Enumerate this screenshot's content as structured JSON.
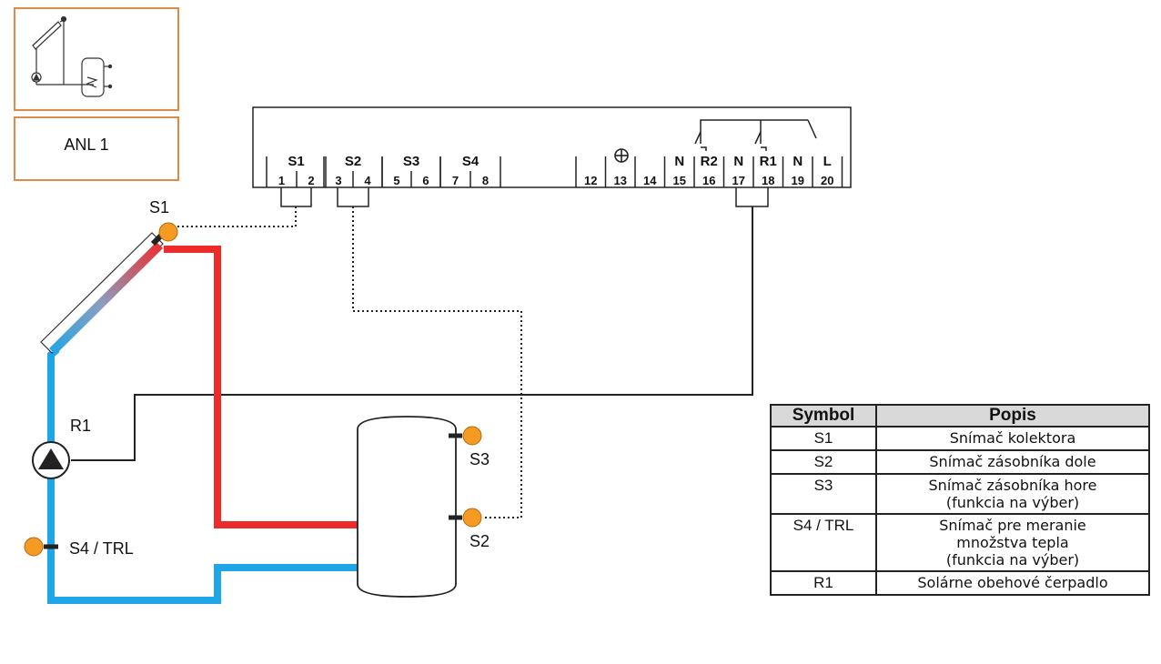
{
  "scheme_label": "ANL 1",
  "terminal_block": {
    "sensor_groups": [
      {
        "name": "S1",
        "terminals": [
          "1",
          "2"
        ]
      },
      {
        "name": "S2",
        "terminals": [
          "3",
          "4"
        ]
      },
      {
        "name": "S3",
        "terminals": [
          "5",
          "6"
        ]
      },
      {
        "name": "S4",
        "terminals": [
          "7",
          "8"
        ]
      }
    ],
    "power_terminals": [
      {
        "top": "",
        "num": "12"
      },
      {
        "top": "",
        "num": "13"
      },
      {
        "top": "",
        "num": "14"
      },
      {
        "top": "N",
        "num": "15"
      },
      {
        "top": "R2",
        "num": "16"
      },
      {
        "top": "N",
        "num": "17"
      },
      {
        "top": "R1",
        "num": "18"
      },
      {
        "top": "N",
        "num": "19"
      },
      {
        "top": "L",
        "num": "20"
      }
    ],
    "ground_symbol": "⊕"
  },
  "components": {
    "collector_sensor": "S1",
    "store_top_sensor": "S3",
    "store_bottom_sensor": "S2",
    "flow_sensor": "S4 / TRL",
    "pump": "R1"
  },
  "legend": {
    "header_symbol": "Symbol",
    "header_desc": "Popis",
    "rows": [
      {
        "symbol": "S1",
        "lines": [
          "Snímač kolektora"
        ]
      },
      {
        "symbol": "S2",
        "lines": [
          "Snímač zásobníka dole"
        ]
      },
      {
        "symbol": "S3",
        "lines": [
          "Snímač zásobníka hore",
          "(funkcia na výber)"
        ]
      },
      {
        "symbol": "S4 / TRL",
        "lines": [
          "Snímač pre meranie",
          "množstva tepla",
          "(funkcia na výber)"
        ]
      },
      {
        "symbol": "R1",
        "lines": [
          "Solárne obehové čerpadlo"
        ]
      }
    ]
  },
  "colors": {
    "hot_pipe": "#ee2b2b",
    "cold_pipe": "#1ea6e6",
    "sensor": "#f59a23",
    "thumbnail_border": "#e08a4a",
    "line": "#222222"
  },
  "icons": [
    "scheme-thumbnail-icon",
    "pump-icon",
    "ground-icon",
    "relay-contact-icon"
  ]
}
